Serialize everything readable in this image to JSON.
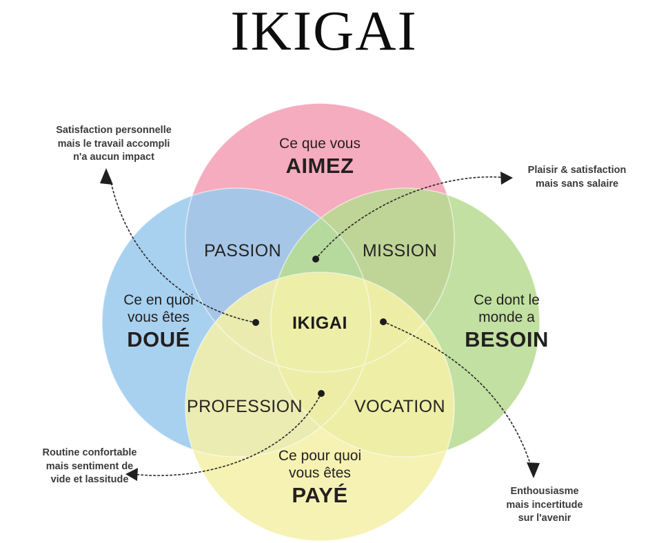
{
  "page": {
    "title": "IKIGAI",
    "background_color": "#ffffff"
  },
  "chart_data": {
    "type": "venn",
    "title": "IKIGAI",
    "language": "fr",
    "set_count": 4,
    "sets": [
      {
        "id": "aimez",
        "position": "top",
        "label_small": "Ce que vous",
        "label_strong": "AIMEZ",
        "color": "#f4a1b5"
      },
      {
        "id": "doue",
        "position": "left",
        "label_small_line1": "Ce en quoi",
        "label_small_line2": "vous êtes",
        "label_strong": "DOUÉ",
        "color": "#9ccbee"
      },
      {
        "id": "besoin",
        "position": "right",
        "label_small_line1": "Ce dont le",
        "label_small_line2": "monde a",
        "label_strong": "BESOIN",
        "color": "#b8dc94"
      },
      {
        "id": "paye",
        "position": "bottom",
        "label_small_line1": "Ce pour quoi",
        "label_small_line2": "vous êtes",
        "label_strong": "PAYÉ",
        "color": "#f5f0a8"
      }
    ],
    "intersections": [
      {
        "id": "passion",
        "label": "PASSION",
        "sets": [
          "aimez",
          "doue"
        ]
      },
      {
        "id": "mission",
        "label": "MISSION",
        "sets": [
          "aimez",
          "besoin"
        ]
      },
      {
        "id": "profession",
        "label": "PROFESSION",
        "sets": [
          "doue",
          "paye"
        ]
      },
      {
        "id": "vocation",
        "label": "VOCATION",
        "sets": [
          "besoin",
          "paye"
        ]
      },
      {
        "id": "ikigai",
        "label": "IKIGAI",
        "sets": [
          "aimez",
          "doue",
          "besoin",
          "paye"
        ]
      }
    ],
    "annotations": [
      {
        "id": "top-left",
        "lines": [
          "Satisfaction personnelle",
          "mais le travail accompli",
          "n'a aucun impact"
        ],
        "text": "Satisfaction personnelle mais le travail accompli n'a aucun impact",
        "points_to": "passion",
        "arrow_direction": "up"
      },
      {
        "id": "top-right",
        "lines": [
          "Plaisir & satisfaction",
          "mais sans salaire"
        ],
        "text": "Plaisir & satisfaction mais sans salaire",
        "points_to": "aimez-besoin-doue",
        "arrow_direction": "right"
      },
      {
        "id": "bottom-left",
        "lines": [
          "Routine confortable",
          "mais sentiment de",
          "vide et lassitude"
        ],
        "text": "Routine confortable mais sentiment de vide et lassitude",
        "points_to": "profession",
        "arrow_direction": "left"
      },
      {
        "id": "bottom-right",
        "lines": [
          "Enthousiasme",
          "mais incertitude",
          "sur l'avenir"
        ],
        "text": "Enthousiasme mais incertitude sur l'avenir",
        "points_to": "vocation",
        "arrow_direction": "down"
      }
    ]
  }
}
